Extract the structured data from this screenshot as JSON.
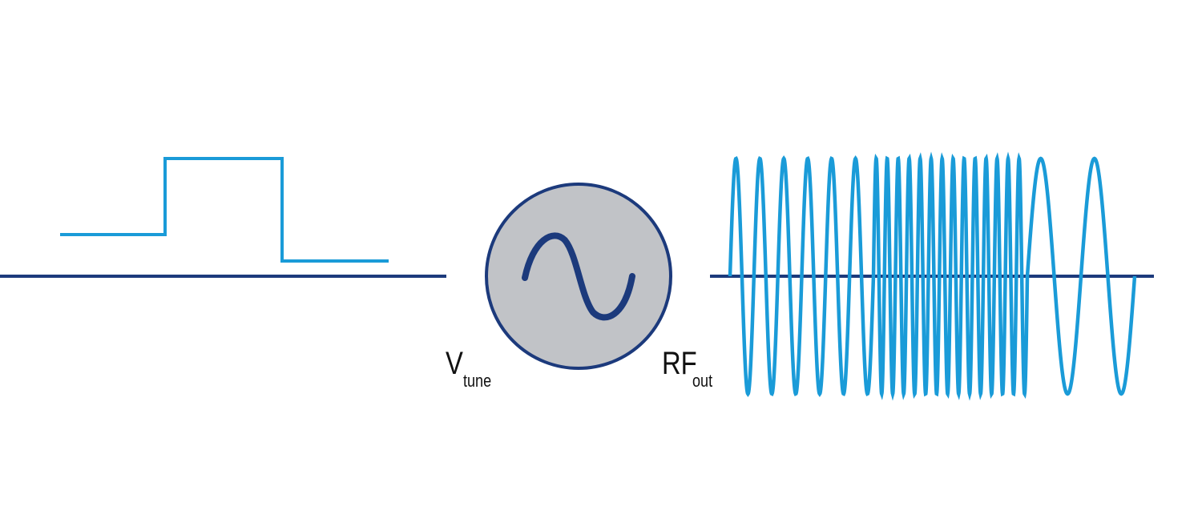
{
  "colors": {
    "signal": "#1a9bd8",
    "axis": "#1c3a7c",
    "oscillator_fill": "#c1c3c7",
    "oscillator_stroke": "#1c3a7c"
  },
  "labels": {
    "vtune_main": "V",
    "vtune_sub": "tune",
    "rfout_main": "RF",
    "rfout_sub": "out"
  },
  "output_waveform": {
    "segments": [
      {
        "cycles": 6,
        "frequency": "medium"
      },
      {
        "cycles": 14,
        "frequency": "high"
      },
      {
        "cycles": 2,
        "frequency": "low"
      }
    ]
  },
  "tune_voltage_steps": [
    "medium",
    "high",
    "low"
  ]
}
